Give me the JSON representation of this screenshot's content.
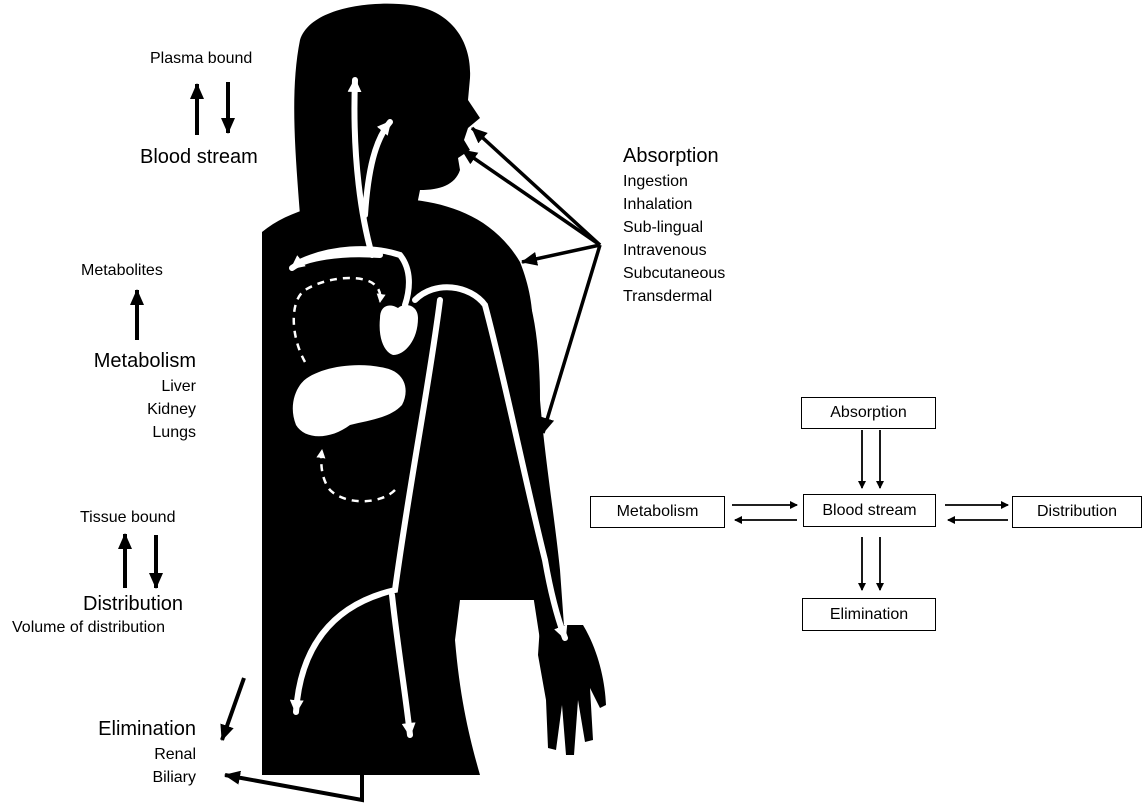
{
  "left_labels": {
    "plasma_bound": "Plasma bound",
    "blood_stream": "Blood stream",
    "metabolites": "Metabolites",
    "metabolism": "Metabolism",
    "metabolism_sites": [
      "Liver",
      "Kidney",
      "Lungs"
    ],
    "tissue_bound": "Tissue bound",
    "distribution": "Distribution",
    "volume_of_distribution": "Volume of distribution",
    "elimination": "Elimination",
    "elimination_routes": [
      "Renal",
      "Biliary"
    ]
  },
  "absorption": {
    "title": "Absorption",
    "routes": [
      "Ingestion",
      "Inhalation",
      "Sub-lingual",
      "Intravenous",
      "Subcutaneous",
      "Transdermal"
    ]
  },
  "flow_boxes": {
    "absorption": "Absorption",
    "metabolism": "Metabolism",
    "blood_stream": "Blood stream",
    "distribution": "Distribution",
    "elimination": "Elimination"
  },
  "colors": {
    "body": "#000000",
    "vessel": "#ffffff",
    "arrow": "#000000"
  }
}
